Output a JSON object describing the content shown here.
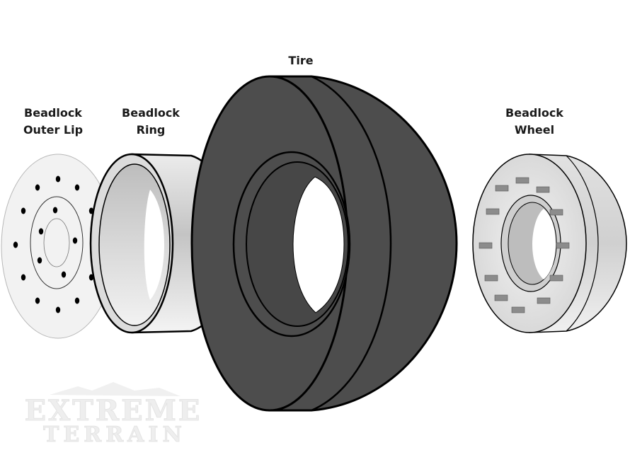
{
  "labels": {
    "outer_lip": [
      "Beadlock",
      "Outer Lip"
    ],
    "ring": [
      "Beadlock",
      "Ring"
    ],
    "tire": [
      "Tire"
    ],
    "wheel": [
      "Beadlock",
      "Wheel"
    ]
  },
  "watermark": {
    "line1": "EXTREME",
    "line2": "TERRAIN",
    "color": "#eeeeee"
  },
  "colors": {
    "tire": "#4d4d4d",
    "outline": "#000000",
    "lip": "#f2f2f2",
    "ring": "#e6e6e6",
    "wheel": "#e8e8e8",
    "bolt": "#000000",
    "grip": "#8c8c8c"
  }
}
